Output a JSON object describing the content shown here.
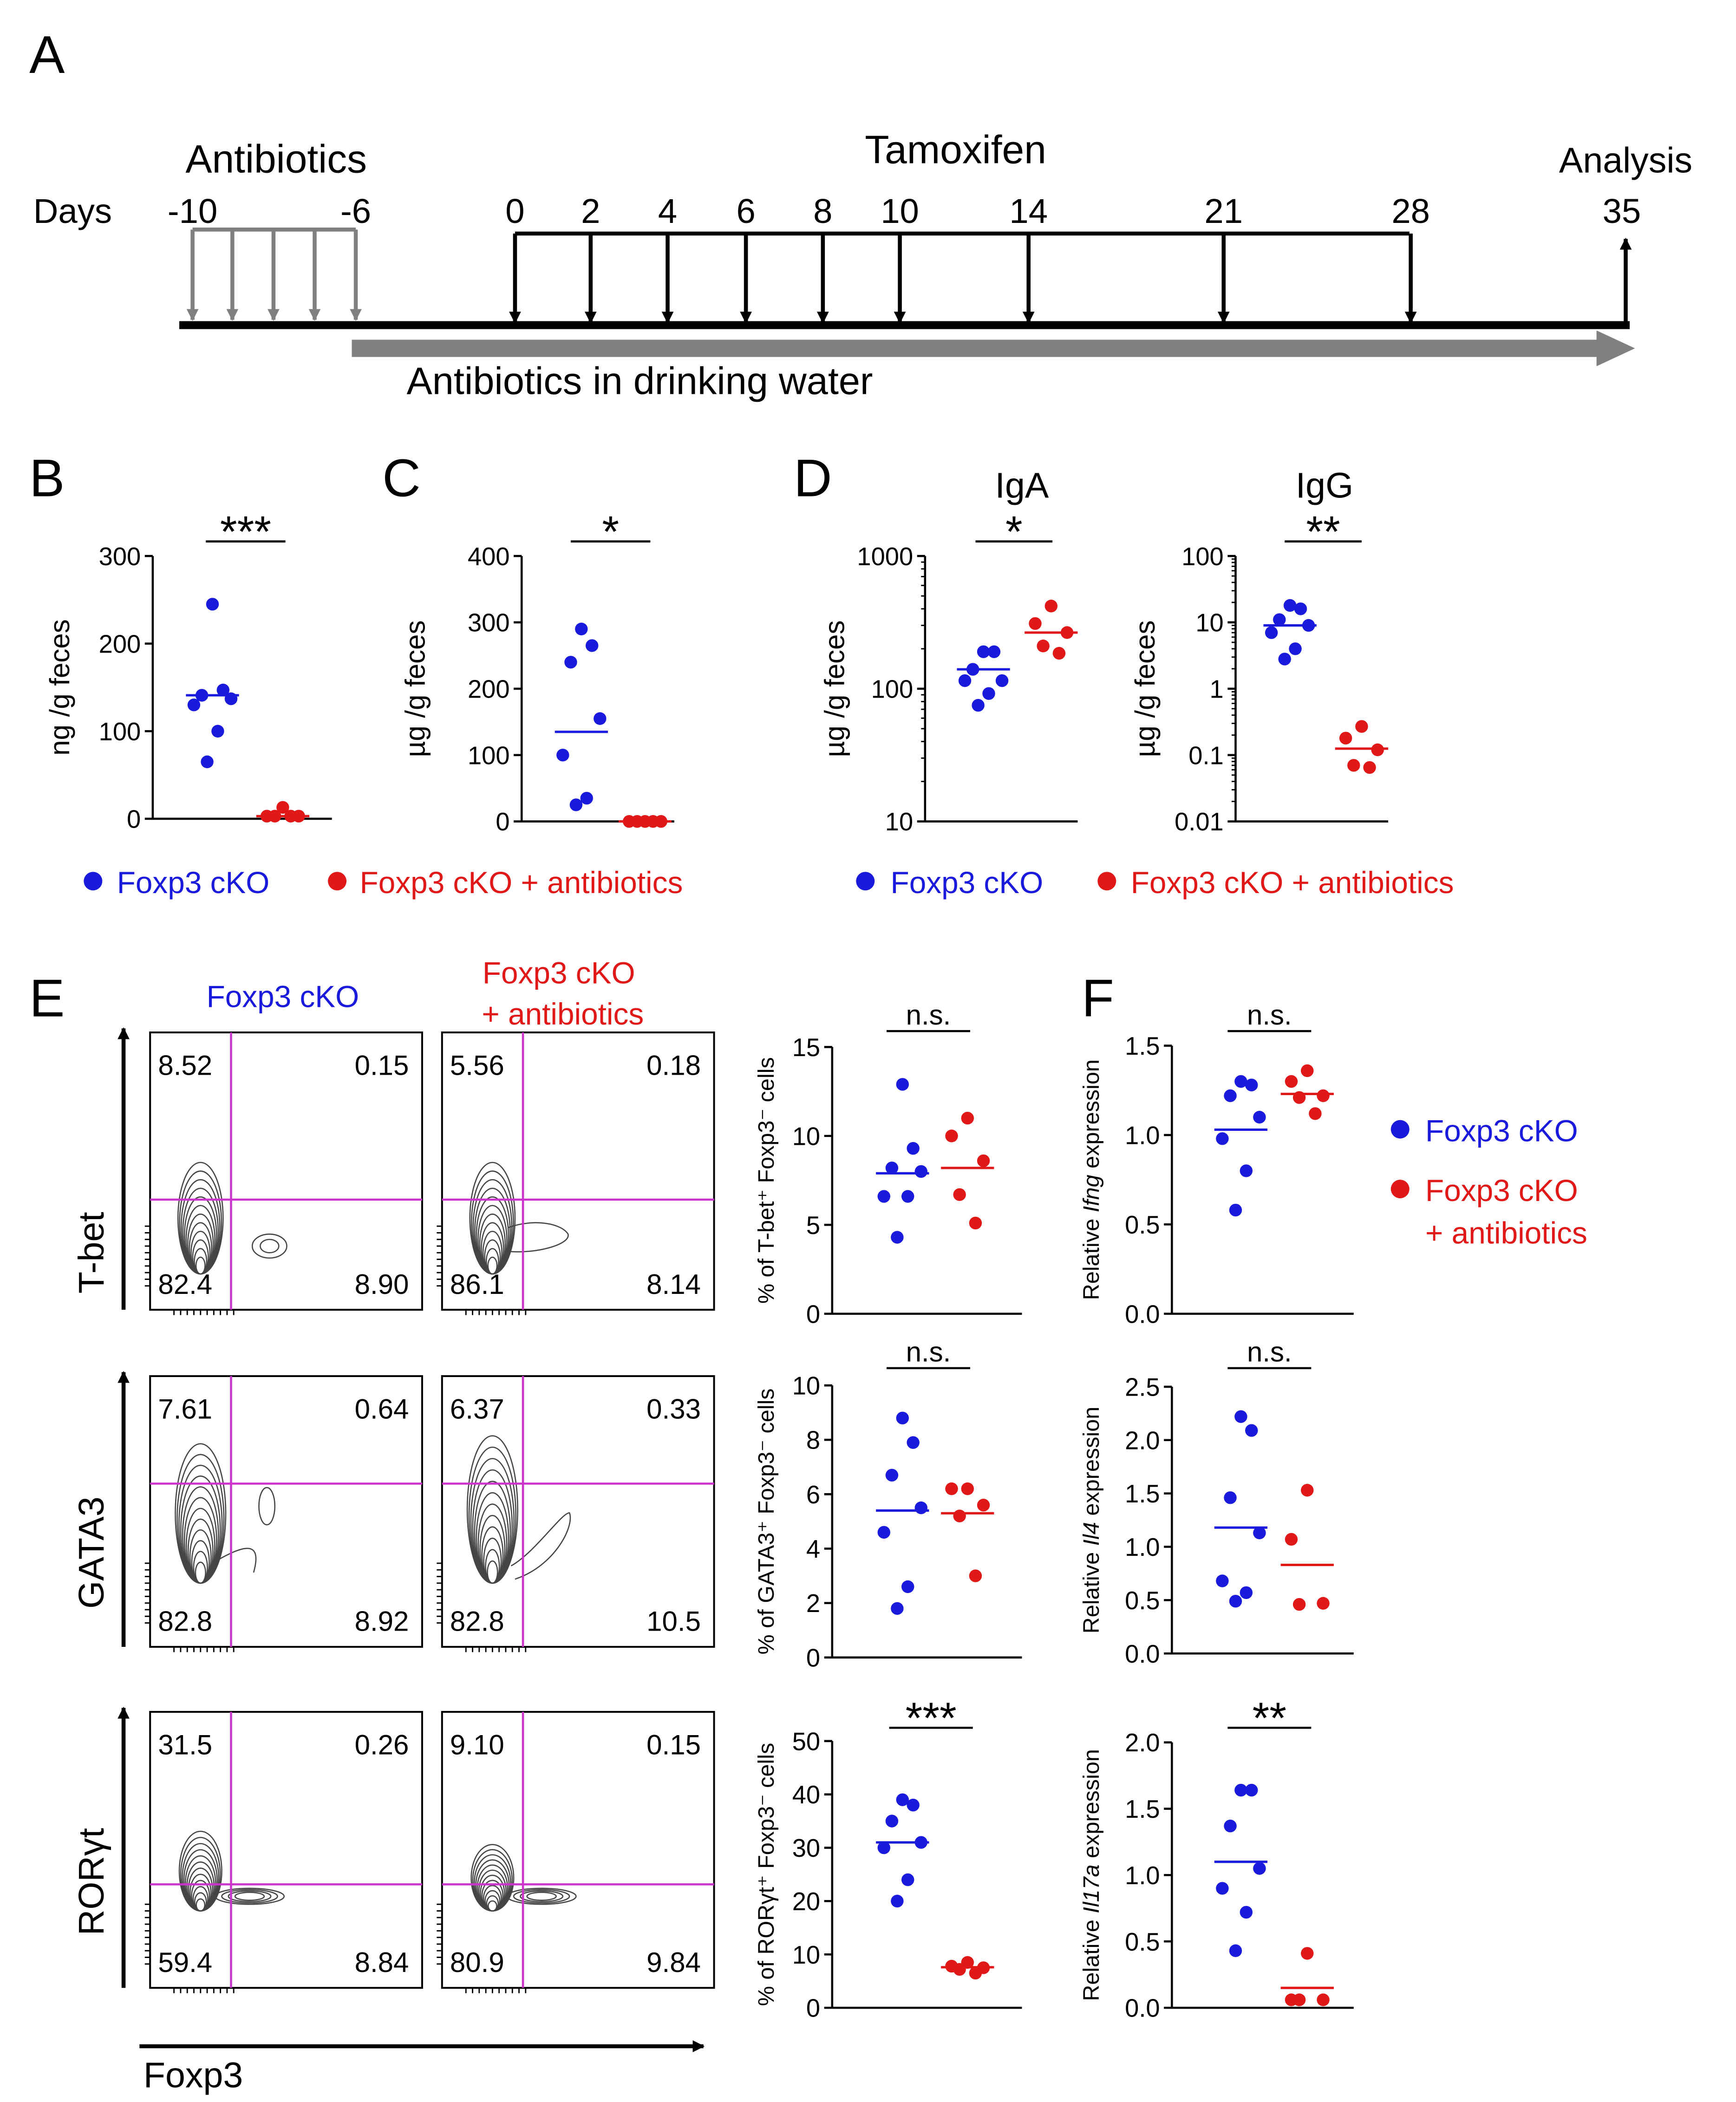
{
  "colors": {
    "cko": "#1a1adc",
    "abx": "#e01818",
    "gate": "#cc33cc",
    "gray": "#808080",
    "black": "#000000"
  },
  "panel_letters": {
    "a": "A",
    "b": "B",
    "c": "C",
    "d": "D",
    "e": "E",
    "f": "F"
  },
  "timeline": {
    "antibiotics_label": "Antibiotics",
    "tamoxifen_label": "Tamoxifen",
    "analysis_label": "Analysis",
    "days_label": "Days",
    "abx_days": [
      "-10",
      "-6"
    ],
    "tam_days": [
      "0",
      "2",
      "4",
      "6",
      "8",
      "10",
      "14",
      "21",
      "28"
    ],
    "analysis_day": "35",
    "water_label": "Antibiotics in drinking water"
  },
  "legend": {
    "cko": "Foxp3 cKO",
    "abx": "Foxp3 cKO + antibiotics",
    "abx_line1": "Foxp3 cKO",
    "abx_line2": "+ antibiotics"
  },
  "flow": {
    "col_cko": "Foxp3 cKO",
    "col_abx_line1": "Foxp3 cKO",
    "col_abx_line2": "+ antibiotics",
    "x_axis_label": "Foxp3",
    "rows": [
      {
        "ylabel": "T-bet",
        "cko": [
          "8.52",
          "0.15",
          "82.4",
          "8.90"
        ],
        "abx": [
          "5.56",
          "0.18",
          "86.1",
          "8.14"
        ]
      },
      {
        "ylabel": "GATA3",
        "cko": [
          "7.61",
          "0.64",
          "82.8",
          "8.92"
        ],
        "abx": [
          "6.37",
          "0.33",
          "82.8",
          "10.5"
        ]
      },
      {
        "ylabel": "RORγt",
        "cko": [
          "31.5",
          "0.26",
          "59.4",
          "8.84"
        ],
        "abx": [
          "9.10",
          "0.15",
          "80.9",
          "9.84"
        ]
      }
    ]
  },
  "chart_data": [
    {
      "id": "B",
      "type": "scatter",
      "ylabel": "ng /g feces",
      "ylim": [
        0,
        300
      ],
      "ticks": [
        "0",
        "100",
        "200",
        "300"
      ],
      "significance": "***",
      "series": [
        {
          "name": "Foxp3 cKO",
          "values": [
            245,
            147,
            141,
            137,
            130,
            100,
            65
          ],
          "median": 141
        },
        {
          "name": "Foxp3 cKO + antibiotics",
          "values": [
            13,
            3,
            3,
            3,
            3
          ],
          "median": 3
        }
      ]
    },
    {
      "id": "C",
      "type": "scatter",
      "ylabel": "µg /g feces",
      "ylim": [
        0,
        400
      ],
      "ticks": [
        "0",
        "100",
        "200",
        "300",
        "400"
      ],
      "significance": "*",
      "series": [
        {
          "name": "Foxp3 cKO",
          "values": [
            290,
            265,
            240,
            155,
            100,
            35,
            25
          ],
          "median": 135
        },
        {
          "name": "Foxp3 cKO + antibiotics",
          "values": [
            0,
            0,
            0,
            0,
            0
          ],
          "median": 0
        }
      ]
    },
    {
      "id": "D-IgA",
      "type": "scatter",
      "title": "IgA",
      "ylabel": "µg /g feces",
      "scale": "log",
      "ylim": [
        10,
        1000
      ],
      "ticks": [
        "10",
        "100",
        "1000"
      ],
      "significance": "*",
      "series": [
        {
          "name": "Foxp3 cKO",
          "values": [
            190,
            190,
            140,
            115,
            115,
            92,
            75
          ],
          "median": 140
        },
        {
          "name": "Foxp3 cKO + antibiotics",
          "values": [
            420,
            310,
            265,
            210,
            185
          ],
          "median": 265
        }
      ]
    },
    {
      "id": "D-IgG",
      "type": "scatter",
      "title": "IgG",
      "ylabel": "µg /g feces",
      "scale": "log",
      "ylim": [
        0.01,
        100
      ],
      "ticks": [
        "0.01",
        "0.1",
        "1",
        "10",
        "100"
      ],
      "significance": "**",
      "series": [
        {
          "name": "Foxp3 cKO",
          "values": [
            18,
            16,
            11,
            9,
            7,
            4,
            2.8
          ],
          "median": 9
        },
        {
          "name": "Foxp3 cKO + antibiotics",
          "values": [
            0.27,
            0.18,
            0.12,
            0.07,
            0.065
          ],
          "median": 0.125
        }
      ]
    },
    {
      "id": "E-Tbet",
      "type": "scatter",
      "ylabel": "%  of T-bet⁺ Foxp3⁻ cells",
      "ylim": [
        0,
        15
      ],
      "ticks": [
        "0",
        "5",
        "10",
        "15"
      ],
      "significance": "n.s.",
      "series": [
        {
          "name": "Foxp3 cKO",
          "values": [
            12.9,
            9.3,
            8.2,
            8.0,
            6.6,
            6.6,
            4.3
          ],
          "median": 7.9
        },
        {
          "name": "Foxp3 cKO + antibiotics",
          "values": [
            11.0,
            10.0,
            8.6,
            6.7,
            5.1
          ],
          "median": 8.2
        }
      ]
    },
    {
      "id": "E-GATA3",
      "type": "scatter",
      "ylabel": "%  of GATA3⁺ Foxp3⁻ cells",
      "ylim": [
        0,
        10
      ],
      "ticks": [
        "0",
        "2",
        "4",
        "6",
        "8",
        "10"
      ],
      "significance": "n.s.",
      "series": [
        {
          "name": "Foxp3 cKO",
          "values": [
            8.8,
            7.9,
            6.7,
            5.5,
            4.6,
            2.6,
            1.8
          ],
          "median": 5.4
        },
        {
          "name": "Foxp3 cKO + antibiotics",
          "values": [
            6.2,
            6.2,
            5.6,
            5.2,
            3.0
          ],
          "median": 5.3
        }
      ]
    },
    {
      "id": "E-RORgt",
      "type": "scatter",
      "ylabel": "%  of RORγt⁺ Foxp3⁻ cells",
      "ylim": [
        0,
        50
      ],
      "ticks": [
        "0",
        "10",
        "20",
        "30",
        "40",
        "50"
      ],
      "significance": "***",
      "series": [
        {
          "name": "Foxp3 cKO",
          "values": [
            39,
            38,
            35,
            31,
            30,
            24,
            20
          ],
          "median": 31
        },
        {
          "name": "Foxp3 cKO + antibiotics",
          "values": [
            8.5,
            7.8,
            7.5,
            7.2,
            6.5
          ],
          "median": 7.6
        }
      ]
    },
    {
      "id": "F-Ifng",
      "type": "scatter",
      "ylabel_prefix": "Relative ",
      "ylabel_gene": "Ifng",
      "ylabel_suffix": " expression",
      "ylim": [
        0,
        1.5
      ],
      "ticks": [
        "0.0",
        "0.5",
        "1.0",
        "1.5"
      ],
      "significance": "n.s.",
      "series": [
        {
          "name": "Foxp3 cKO",
          "values": [
            1.3,
            1.28,
            1.22,
            1.1,
            0.98,
            0.8,
            0.58
          ],
          "median": 1.03
        },
        {
          "name": "Foxp3 cKO + antibiotics",
          "values": [
            1.36,
            1.3,
            1.22,
            1.21,
            1.12
          ],
          "median": 1.23
        }
      ]
    },
    {
      "id": "F-Il4",
      "type": "scatter",
      "ylabel_prefix": "Relative ",
      "ylabel_gene": "Il4",
      "ylabel_suffix": " expression",
      "ylim": [
        0,
        2.5
      ],
      "ticks": [
        "0.0",
        "0.5",
        "1.0",
        "1.5",
        "2.0",
        "2.5"
      ],
      "significance": "n.s.",
      "series": [
        {
          "name": "Foxp3 cKO",
          "values": [
            2.22,
            2.09,
            1.46,
            1.13,
            0.68,
            0.57,
            0.49
          ],
          "median": 1.18
        },
        {
          "name": "Foxp3 cKO + antibiotics",
          "values": [
            1.53,
            1.07,
            0.47,
            0.46
          ],
          "median": 0.83
        }
      ]
    },
    {
      "id": "F-Il17a",
      "type": "scatter",
      "ylabel_prefix": "Relative ",
      "ylabel_gene": "Il17a",
      "ylabel_suffix": " expression",
      "ylim": [
        0,
        2.0
      ],
      "ticks": [
        "0.0",
        "0.5",
        "1.0",
        "1.5",
        "2.0"
      ],
      "significance": "**",
      "series": [
        {
          "name": "Foxp3 cKO",
          "values": [
            1.64,
            1.64,
            1.37,
            1.05,
            0.9,
            0.72,
            0.43
          ],
          "median": 1.1
        },
        {
          "name": "Foxp3 cKO + antibiotics",
          "values": [
            0.41,
            0.06,
            0.06,
            0.06
          ],
          "median": 0.15
        }
      ]
    }
  ]
}
